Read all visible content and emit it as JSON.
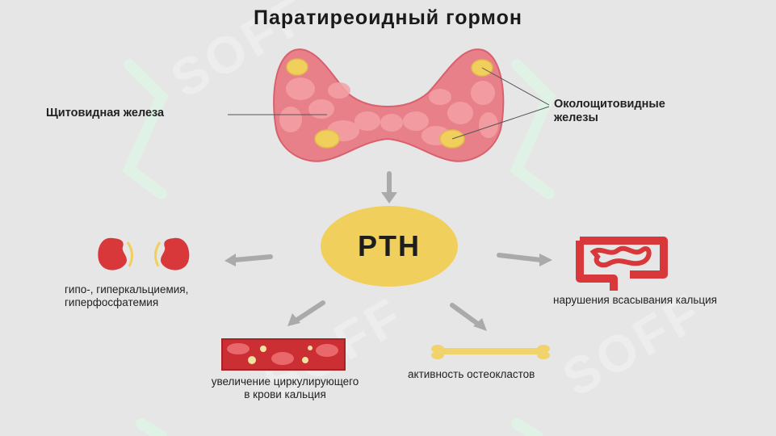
{
  "title": "Паратиреоидный гормон",
  "watermark": "SOFF",
  "center": {
    "label": "PTH"
  },
  "labels": {
    "thyroid": "Щитовидная железа",
    "parathyroid_line1": "Околощитовидные",
    "parathyroid_line2": "железы",
    "kidney_line1": "гипо-, гиперкальциемия,",
    "kidney_line2": "гиперфосфатемия",
    "intestine": "нарушения всасывания кальция",
    "blood_line1": "увеличение циркулирующего",
    "blood_line2": "в крови кальция",
    "bone": "активность остеокластов"
  },
  "colors": {
    "background": "#e6e6e6",
    "thyroid": "#e8808a",
    "parathyroid": "#f0cf5c",
    "center": "#f0cf5c",
    "organ_red": "#d9383a",
    "arrow": "#aaaaaa"
  },
  "icons": [
    "thyroid-gland-icon",
    "kidneys-icon",
    "intestine-icon",
    "blood-vessel-icon",
    "bone-icon"
  ]
}
